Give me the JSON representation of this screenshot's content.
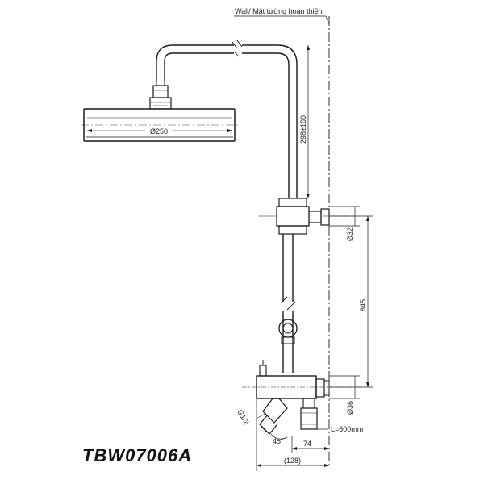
{
  "drawing": {
    "model": "TBW07006A",
    "wall_label": "Wall/ Mặt tường hoàn thiện",
    "dimensions": {
      "head_diameter": "Ø250",
      "riser_height": "298±100",
      "bar_diameter": "Ø32",
      "height_845": "845",
      "body_diameter": "Ø36",
      "thread": "G1/2",
      "angle": "45°",
      "offset_74": "74",
      "depth_128": "(128)",
      "hose_length": "L=600mm"
    },
    "colors": {
      "line": "#1a1a1a",
      "background": "#ffffff"
    }
  }
}
